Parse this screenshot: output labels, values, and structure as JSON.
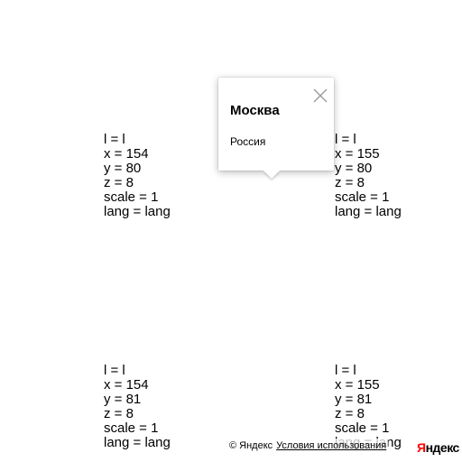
{
  "tiles": [
    {
      "l": "l = l",
      "x": "x = 154",
      "y": "y = 80",
      "z": "z = 8",
      "scale": "scale = 1",
      "lang": "lang = lang"
    },
    {
      "l": "l = l",
      "x": "x = 155",
      "y": "y = 80",
      "z": "z = 8",
      "scale": "scale = 1",
      "lang": "lang = lang"
    },
    {
      "l": "l = l",
      "x": "x = 154",
      "y": "y = 81",
      "z": "z = 8",
      "scale": "scale = 1",
      "lang": "lang = lang"
    },
    {
      "l": "l = l",
      "x": "x = 155",
      "y": "y = 81",
      "z": "z = 8",
      "scale": "scale = 1",
      "lang": "lang = lang"
    }
  ],
  "balloon": {
    "title": "Москва",
    "body": "Россия",
    "close_icon": "close-icon"
  },
  "copyrights": {
    "copy_text": "© Яндекс",
    "terms_link": "Условия использования"
  },
  "logo": {
    "first_letter": "Я",
    "rest": "ндекс",
    "first_color": "#ff0000",
    "rest_color": "#000000"
  }
}
